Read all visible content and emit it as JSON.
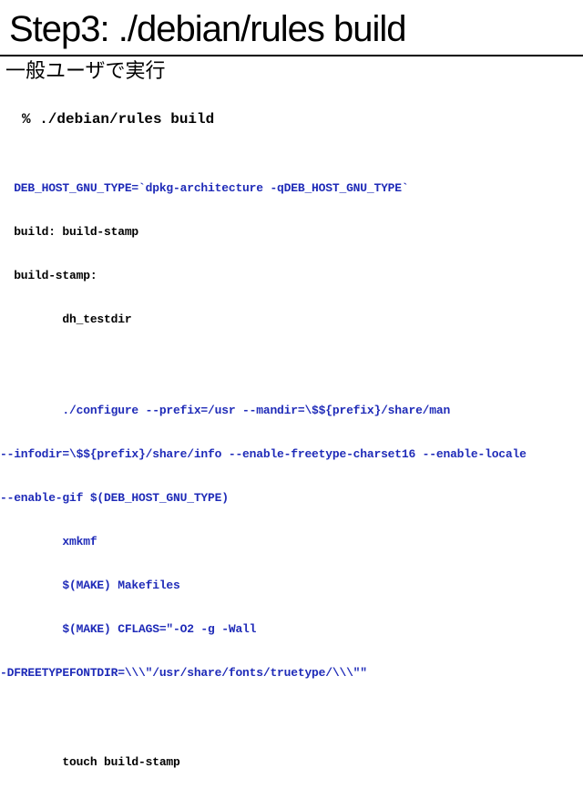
{
  "slide": {
    "title": "Step3: ./debian/rules build",
    "subtitle": "一般ユーザで実行",
    "command": "% ./debian/rules build"
  },
  "code": {
    "l1": "  DEB_HOST_GNU_TYPE=`dpkg-architecture -qDEB_HOST_GNU_TYPE`",
    "l2": "  build: build-stamp",
    "l3": "  build-stamp:",
    "l4": "         dh_testdir",
    "l5": "         ./configure --prefix=/usr --mandir=\\$${prefix}/share/man",
    "l6": "--infodir=\\$${prefix}/share/info --enable-freetype-charset16 --enable-locale",
    "l7": "--enable-gif $(DEB_HOST_GNU_TYPE)",
    "l8": "         xmkmf",
    "l9": "         $(MAKE) Makefiles",
    "l10": "         $(MAKE) CFLAGS=\"-O2 -g -Wall",
    "l11": "-DFREETYPEFONTDIR=\\\\\\\"/usr/share/fonts/truetype/\\\\\\\"\"",
    "l12": "         touch build-stamp"
  },
  "colors": {
    "code_blue": "#1f2bb8",
    "text": "#000000",
    "background": "#ffffff"
  }
}
